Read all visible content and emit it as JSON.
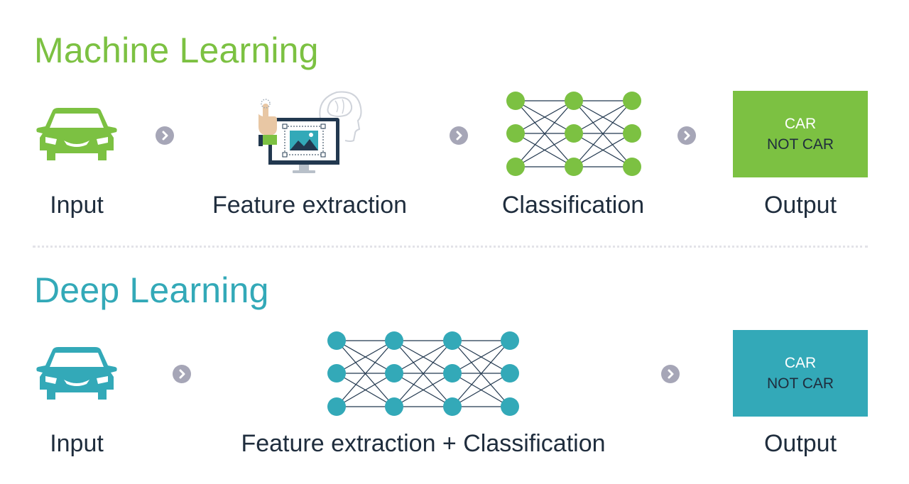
{
  "sections": {
    "ml": {
      "title": "Machine Learning",
      "labels": {
        "input": "Input",
        "feature": "Feature extraction",
        "classification": "Classification",
        "output": "Output"
      },
      "output_box": {
        "car": "CAR",
        "not_car": "NOT CAR"
      }
    },
    "dl": {
      "title": "Deep Learning",
      "labels": {
        "input": "Input",
        "combined": "Feature extraction + Classification",
        "output": "Output"
      },
      "output_box": {
        "car": "CAR",
        "not_car": "NOT CAR"
      }
    }
  },
  "colors": {
    "ml_accent": "#7cc142",
    "dl_accent": "#33a9b8",
    "arrow": "#a6a6b7",
    "text": "#1f2d3d",
    "divider": "#e3e3e8"
  },
  "icons": {
    "input": "car-icon",
    "feature_extraction": "feature-extraction-icon",
    "network": "neural-network-icon",
    "arrow": "chevron-right-icon"
  }
}
